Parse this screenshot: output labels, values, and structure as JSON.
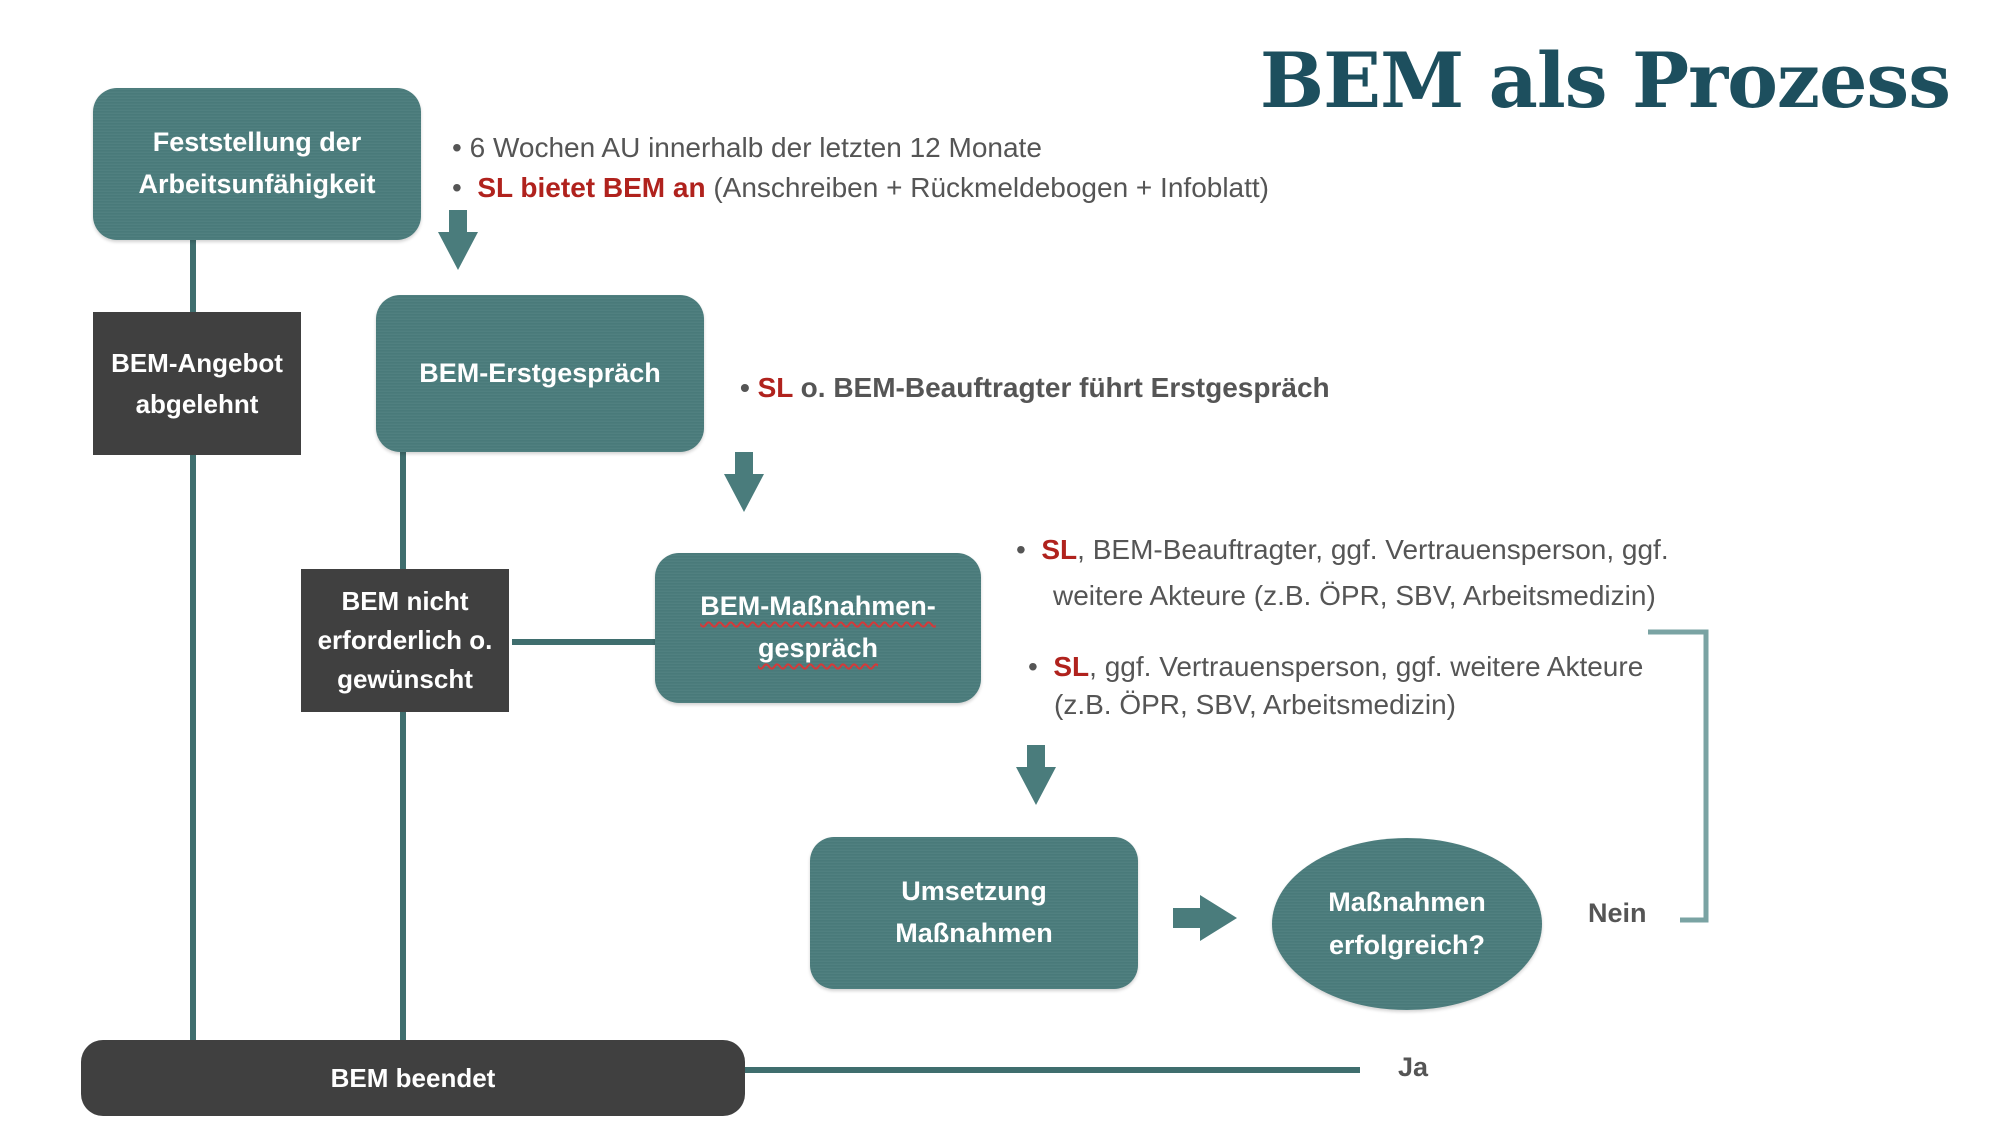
{
  "title": "BEM als Prozess",
  "colors": {
    "title": "#1d4f5e",
    "process_box": "#4a7c7c",
    "terminal_box": "#404040",
    "connector": "#3f6e6e",
    "loop_bracket": "#7aa3a3",
    "highlight": "#b0221d",
    "text": "#555555"
  },
  "boxes": {
    "feststellung": {
      "line1": "Feststellung der",
      "line2": "Arbeitsunfähigkeit"
    },
    "erstgespraech": {
      "label": "BEM-Erstgespräch"
    },
    "massnahmengespraech": {
      "line1": "BEM-Maßnahmen-",
      "line2": "gespräch"
    },
    "umsetzung": {
      "line1": "Umsetzung",
      "line2": "Maßnahmen"
    },
    "erfolgreich": {
      "line1": "Maßnahmen",
      "line2": "erfolgreich?"
    },
    "abgelehnt": {
      "line1": "BEM-Angebot",
      "line2": "abgelehnt"
    },
    "nicht_erforderlich": {
      "line1": "BEM nicht",
      "line2": "erforderlich o.",
      "line3": "gewünscht"
    },
    "beendet": {
      "label": "BEM beendet"
    }
  },
  "notes": {
    "step1": {
      "bullet1": "6 Wochen AU innerhalb der letzten 12 Monate",
      "bullet2_red": "SL bietet BEM an",
      "bullet2_rest": "(Anschreiben + Rückmeldebogen + Infoblatt)"
    },
    "step2": {
      "red": "SL",
      "rest": "o. BEM-Beauftragter führt Erstgespräch"
    },
    "step3": {
      "a_red": "SL",
      "a_line1": ", BEM-Beauftragter, ggf. Vertrauensperson, ggf.",
      "a_line2": "weitere Akteure (z.B. ÖPR, SBV, Arbeitsmedizin)",
      "b_red": "SL",
      "b_line1": ", ggf. Vertrauensperson, ggf. weitere Akteure",
      "b_line2": "(z.B. ÖPR, SBV, Arbeitsmedizin)"
    }
  },
  "decision_labels": {
    "no": "Nein",
    "yes": "Ja"
  },
  "bullet_char": "•"
}
